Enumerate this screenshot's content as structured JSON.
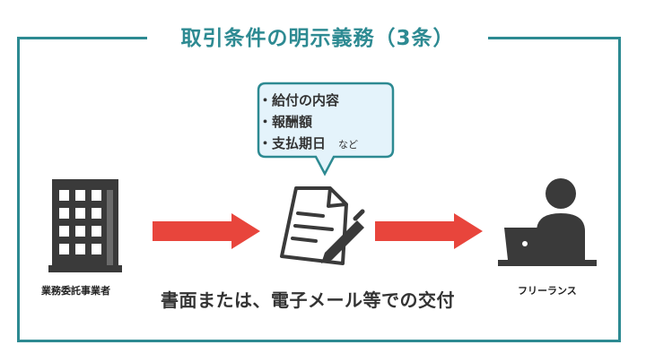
{
  "title": "取引条件の明示義務（3条）",
  "bubble": {
    "items": [
      "・給付の内容",
      "・報酬額",
      "・支払期日"
    ],
    "suffix": "など"
  },
  "labels": {
    "client": "業務委託事業者",
    "freelance": "フリーランス",
    "delivery": "書面または、電子メール等での交付"
  },
  "colors": {
    "frame": "#2d8a92",
    "bubble_fill": "#e4f3fb",
    "arrow": "#e8453c",
    "icon": "#3a3a3a"
  },
  "icons": [
    "building-icon",
    "document-pen-icon",
    "freelancer-laptop-icon"
  ]
}
